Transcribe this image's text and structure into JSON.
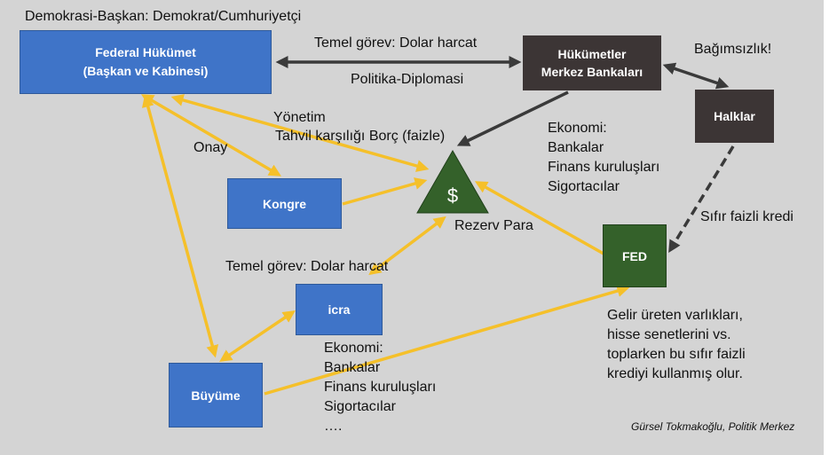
{
  "title": "Demokrasi-Başkan: Demokrat/Cumhuriyetçi",
  "boxes": {
    "federal_line1": "Federal Hükümet",
    "federal_line2": "(Başkan ve Kabinesi)",
    "kongre": "Kongre",
    "icra": "icra",
    "buyume": "Büyüme",
    "merkez_line1": "Hükümetler",
    "merkez_line2": "Merkez Bankaları",
    "halklar": "Halklar",
    "fed": "FED",
    "dollar": "$"
  },
  "labels": {
    "temel_gorev_top": "Temel görev: Dolar harcat",
    "politika": "Politika-Diplomasi",
    "bagimsizlik": "Bağımsızlık!",
    "yonetim": "Yönetim",
    "tahvil": "Tahvil karşılığı Borç (faizle)",
    "onay": "Onay",
    "ekonomi_right": [
      "Ekonomi:",
      "Bankalar",
      "Finans kuruluşları",
      "Sigortacılar"
    ],
    "sifir_faizli": "Sıfır faizli kredi",
    "rezerv_para": "Rezerv Para",
    "temel_gorev_mid": "Temel görev: Dolar harcat",
    "ekonomi_bottom": [
      "Ekonomi:",
      "Bankalar",
      "Finans kuruluşları",
      "Sigortacılar",
      "…."
    ],
    "gelir": [
      "Gelir üreten varlıkları,",
      "hisse senetlerini vs.",
      "toplarken bu sıfır faizli",
      "krediyi kullanmış olur."
    ]
  },
  "credit": "Gürsel Tokmakoğlu, Politik Merkez",
  "colors": {
    "background": "#d4d4d4",
    "blue_box": "#3f74c8",
    "dark_box": "#3c3535",
    "green_box": "#34612a",
    "yellow_arrow": "#f5c02a",
    "dark_arrow": "#3a3a3a"
  }
}
